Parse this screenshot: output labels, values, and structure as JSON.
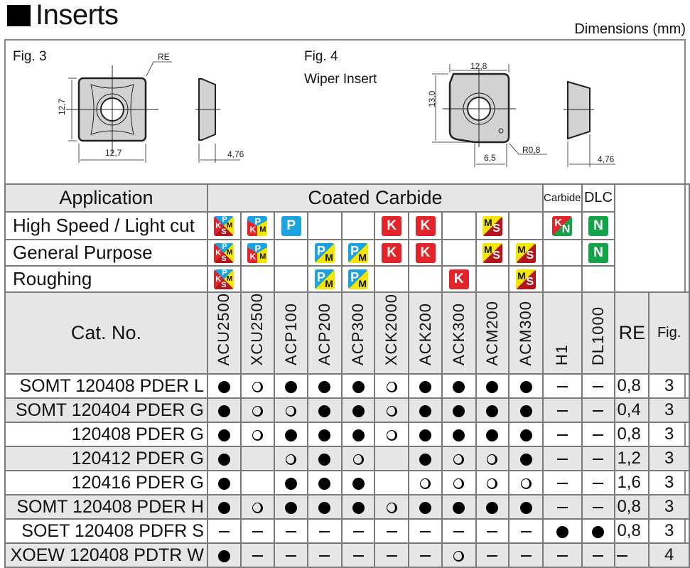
{
  "page": {
    "title": "Inserts",
    "dimensions_note": "Dimensions (mm)"
  },
  "figures": {
    "fig3": {
      "label": "Fig. 3",
      "re_label": "RE",
      "height_dim": "12,7",
      "width_dim": "12,7",
      "thickness_dim": "4,76"
    },
    "fig4": {
      "label": "Fig. 4",
      "sublabel": "Wiper Insert",
      "width_dim": "12,8",
      "height_dim": "13,0",
      "wiper_dim": "6,5",
      "radius_label": "R0,8",
      "thickness_dim": "4,76"
    }
  },
  "table": {
    "application_label": "Application",
    "group_coated": "Coated Carbide",
    "group_carbide": "Carbide",
    "group_dlc": "DLC",
    "applications": [
      {
        "label": "High Speed / Light cut",
        "badges": [
          "PKMS",
          "PKM",
          "P",
          "",
          "",
          "K",
          "K",
          "",
          "MS",
          "",
          "KN",
          "N"
        ]
      },
      {
        "label": "General Purpose",
        "badges": [
          "PKMS",
          "PKM",
          "",
          "PM",
          "PM",
          "K",
          "K",
          "",
          "MS",
          "MS",
          "",
          "N"
        ]
      },
      {
        "label": "Roughing",
        "badges": [
          "PKMS",
          "",
          "",
          "PM",
          "PM",
          "",
          "",
          "K",
          "",
          "MS",
          "",
          ""
        ]
      }
    ],
    "cat_header": "Cat. No.",
    "grades": [
      "ACU2500",
      "XCU2500",
      "ACP100",
      "ACP200",
      "ACP300",
      "XCK2000",
      "ACK200",
      "ACK300",
      "ACM200",
      "ACM300",
      "H1",
      "DL1000"
    ],
    "re_header": "RE",
    "fig_header": "Fig.",
    "legend": {
      "filled": "●",
      "open": "○",
      "none": "–"
    },
    "rows": [
      {
        "cat": "SOMT 120408 PDER L",
        "values": [
          "filled",
          "open",
          "filled",
          "filled",
          "filled",
          "open",
          "filled",
          "filled",
          "filled",
          "filled",
          "none",
          "none"
        ],
        "re": "0,8",
        "fig": "3"
      },
      {
        "cat": "SOMT 120404 PDER G",
        "values": [
          "filled",
          "open",
          "open",
          "filled",
          "filled",
          "open",
          "filled",
          "filled",
          "filled",
          "filled",
          "none",
          "none"
        ],
        "re": "0,4",
        "fig": "3"
      },
      {
        "cat": "120408 PDER G",
        "values": [
          "filled",
          "open",
          "filled",
          "filled",
          "filled",
          "open",
          "filled",
          "filled",
          "filled",
          "filled",
          "none",
          "none"
        ],
        "re": "0,8",
        "fig": "3"
      },
      {
        "cat": "120412 PDER G",
        "values": [
          "filled",
          "",
          "open",
          "filled",
          "open",
          "",
          "filled",
          "open",
          "open",
          "filled",
          "none",
          "none"
        ],
        "re": "1,2",
        "fig": "3"
      },
      {
        "cat": "120416 PDER G",
        "values": [
          "filled",
          "",
          "filled",
          "filled",
          "filled",
          "",
          "open",
          "open",
          "open",
          "open",
          "none",
          "none"
        ],
        "re": "1,6",
        "fig": "3"
      },
      {
        "cat": "SOMT 120408 PDER H",
        "values": [
          "filled",
          "open",
          "filled",
          "filled",
          "filled",
          "open",
          "filled",
          "filled",
          "filled",
          "filled",
          "none",
          "none"
        ],
        "re": "0,8",
        "fig": "3"
      },
      {
        "cat": "SOET  120408 PDFR S",
        "values": [
          "none",
          "none",
          "none",
          "none",
          "none",
          "none",
          "none",
          "none",
          "none",
          "none",
          "filled",
          "filled"
        ],
        "re": "0,8",
        "fig": "3"
      },
      {
        "cat": "XOEW 120408 PDTR W",
        "values": [
          "filled",
          "none",
          "none",
          "none",
          "none",
          "none",
          "none",
          "open",
          "none",
          "none",
          "none",
          "none"
        ],
        "re": "–",
        "fig": "4"
      }
    ]
  },
  "colors": {
    "P": "#1aa3e0",
    "M": "#f5e600",
    "K": "#e3242b",
    "S": "#b3151b",
    "N": "#14a34a",
    "header_bg": "#e6e6e6"
  }
}
